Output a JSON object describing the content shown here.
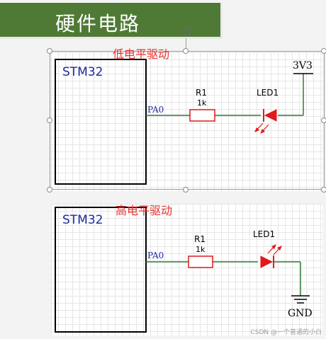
{
  "header": {
    "title": "硬件电路"
  },
  "colors": {
    "banner": "#4f7a35",
    "wire": "#2e7d32",
    "led": "#e0191a",
    "mcu_text": "#1f2aa0",
    "label_red": "#e8322f"
  },
  "low_drive": {
    "caption": "低电平驱动",
    "mcu": "STM32",
    "pin": "PA0",
    "resistor_ref": "R1",
    "resistor_value": "1k",
    "led_ref": "LED1",
    "supply": "3V3"
  },
  "high_drive": {
    "caption": "高电平驱动",
    "mcu": "STM32",
    "pin": "PA0",
    "resistor_ref": "R1",
    "resistor_value": "1k",
    "led_ref": "LED1",
    "ground": "GND"
  },
  "watermark": "CSDN @一个普通的小白"
}
